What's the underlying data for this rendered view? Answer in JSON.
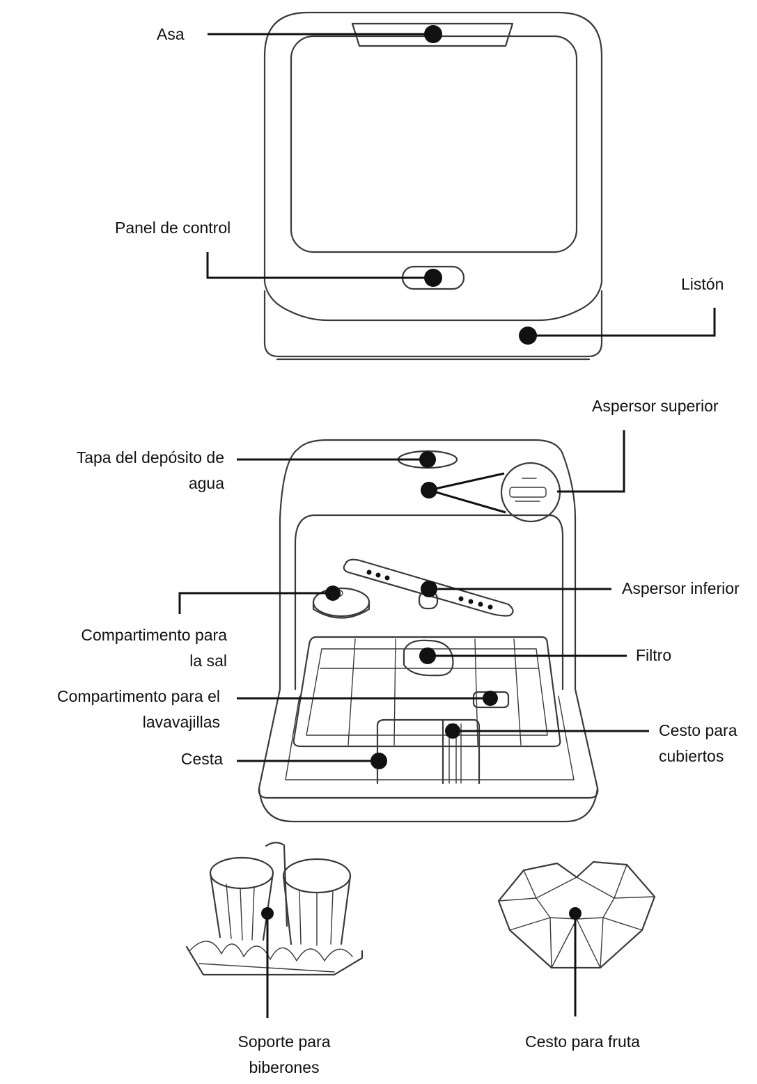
{
  "labels": {
    "asa": "Asa",
    "panel": "Panel de control",
    "liston": "Listón",
    "aspersor_superior": "Aspersor superior",
    "tapa_line1": "Tapa del depósito de",
    "tapa_line2": "agua",
    "aspersor_inferior": "Aspersor inferior",
    "sal_line1": "Compartimento para",
    "sal_line2": "la sal",
    "filtro": "Filtro",
    "lav_line1": "Compartimento para el",
    "lav_line2": "lavavajillas",
    "cesto_cub_line1": "Cesto para",
    "cesto_cub_line2": "cubiertos",
    "cesta": "Cesta",
    "soporte_line1": "Soporte para",
    "soporte_line2": "biberones",
    "cesto_fruta": "Cesto para fruta"
  },
  "colors": {
    "leader": "#111111",
    "outline": "#3a3a3a",
    "background": "#ffffff"
  }
}
